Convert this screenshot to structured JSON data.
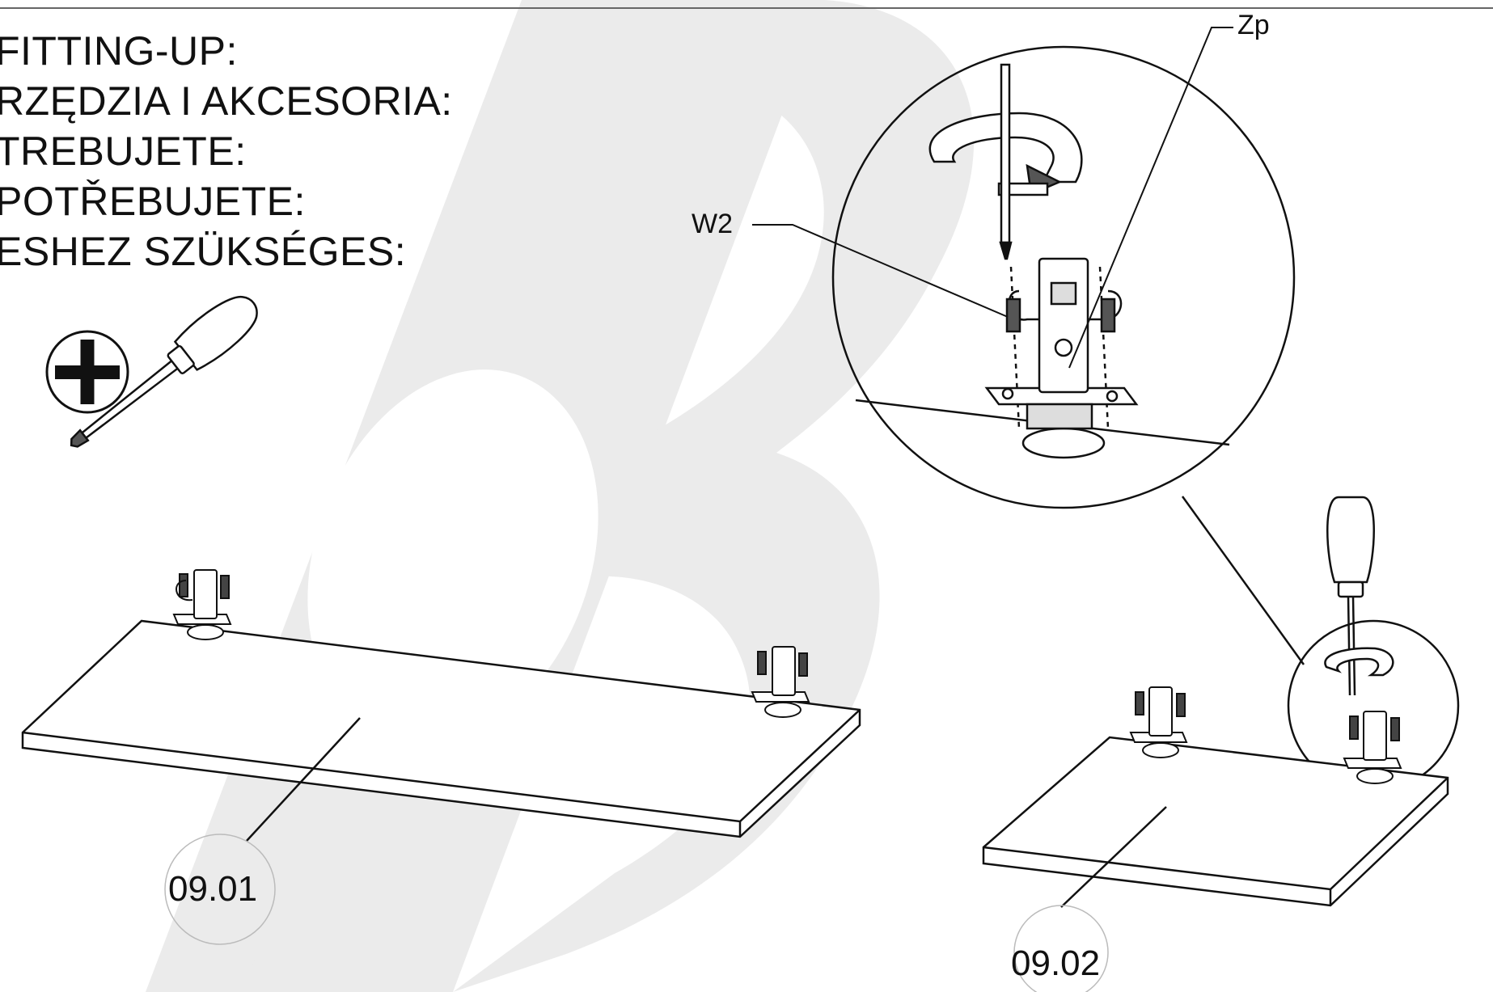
{
  "tools_heading": {
    "lines": [
      "FITTING-UP:",
      "RZĘDZIA I AKCESORIA:",
      "TREBUJETE:",
      "POTŘEBUJETE:",
      "ESHEZ SZÜKSÉGES:"
    ]
  },
  "tool": {
    "icon": "phillips-screwdriver-icon"
  },
  "callouts": {
    "screw": "W2",
    "hinge_plate": "Zp"
  },
  "parts": {
    "part_a": "09.01",
    "part_b": "09.02"
  },
  "colors": {
    "watermark": "#ebebeb",
    "line": "#1a1a1a",
    "background": "#ffffff"
  }
}
